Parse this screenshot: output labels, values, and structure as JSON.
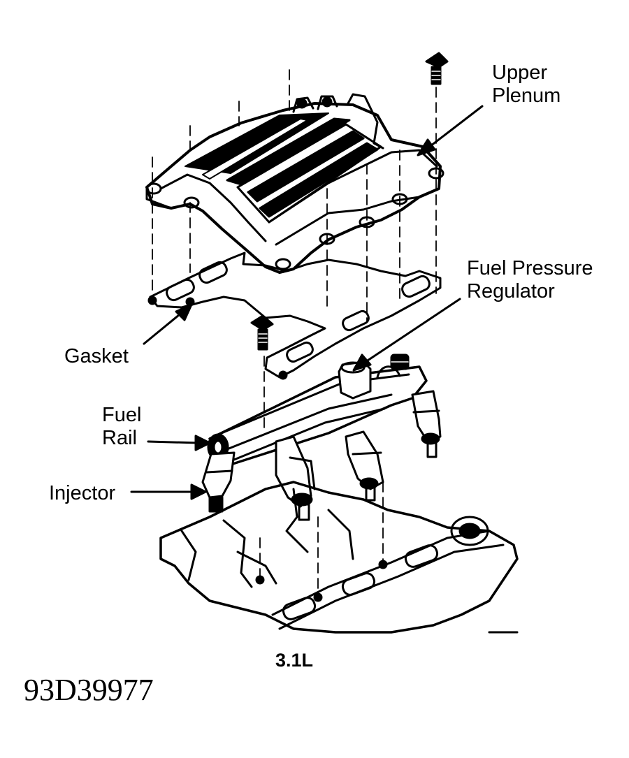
{
  "labels": {
    "upper_plenum": [
      "Upper",
      "Plenum"
    ],
    "fuel_pressure_regulator": [
      "Fuel Pressure",
      "Regulator"
    ],
    "gasket": "Gasket",
    "fuel_rail": [
      "Fuel",
      "Rail"
    ],
    "injector": "Injector"
  },
  "caption": "3.1L",
  "figure_id": "93D39977",
  "colors": {
    "ink": "#000000",
    "paper": "#ffffff"
  }
}
